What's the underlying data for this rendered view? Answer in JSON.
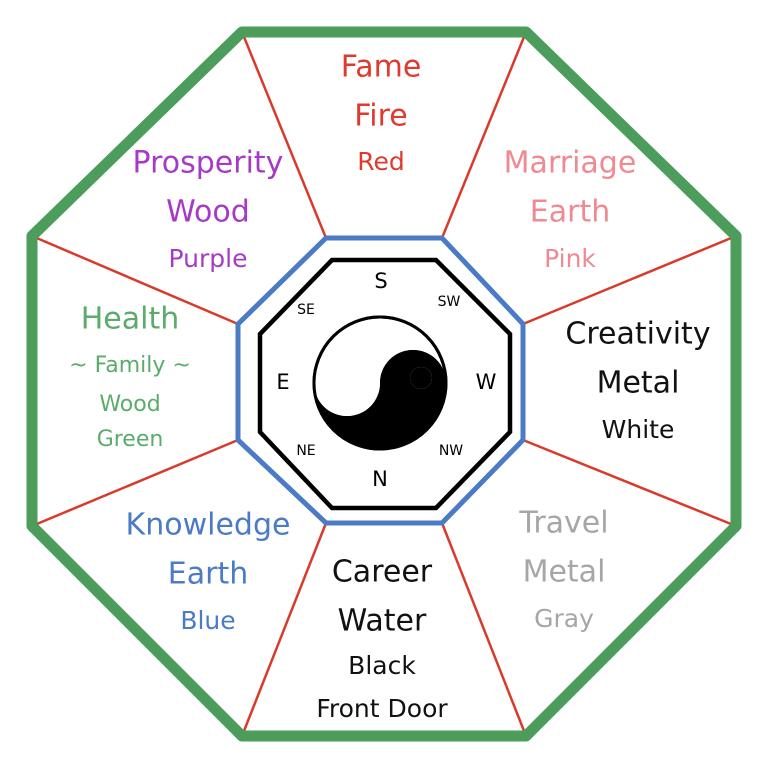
{
  "colors": {
    "outer_border": "#4c9d5b",
    "inner_blue": "#4a7bc4",
    "spokes": "#d93a2b",
    "center_octagon": "#000000"
  },
  "center_icon": "yin-yang-icon",
  "directions": {
    "s": "S",
    "sw": "SW",
    "w": "W",
    "nw": "NW",
    "n": "N",
    "ne": "NE",
    "e": "E",
    "se": "SE"
  },
  "areas": {
    "fame": {
      "lines": [
        "Fame",
        "Fire",
        "Red"
      ],
      "color": "#e03a2f"
    },
    "marriage": {
      "lines": [
        "Marriage",
        "Earth",
        "Pink"
      ],
      "color": "#f08a92"
    },
    "creativity": {
      "lines": [
        "Creativity",
        "Metal",
        "White"
      ],
      "color": "#111111"
    },
    "travel": {
      "lines": [
        "Travel",
        "Metal",
        "Gray"
      ],
      "color": "#a6a6a6"
    },
    "career": {
      "lines": [
        "Career",
        "Water",
        "Black",
        "Front Door"
      ],
      "color": "#111111"
    },
    "knowledge": {
      "lines": [
        "Knowledge",
        "Earth",
        "Blue"
      ],
      "color": "#4a7bc4"
    },
    "health": {
      "lines": [
        "Health",
        "~ Family ~",
        "Wood",
        "Green"
      ],
      "color": "#5bab6b"
    },
    "prosperity": {
      "lines": [
        "Prosperity",
        "Wood",
        "Purple"
      ],
      "color": "#a63ac6"
    }
  }
}
